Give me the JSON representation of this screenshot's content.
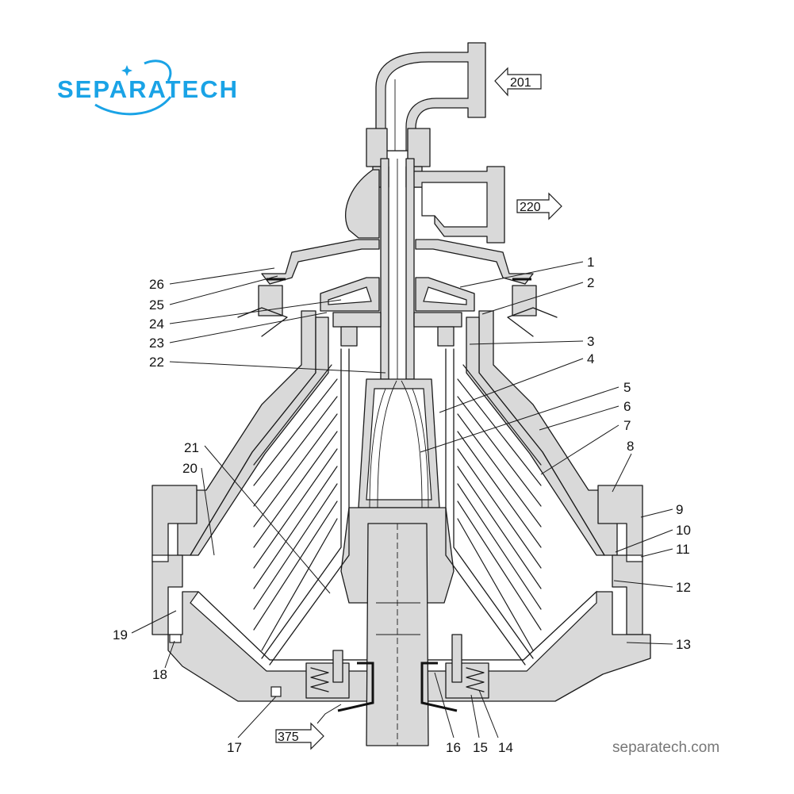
{
  "brand": {
    "name": "SEPARATECH",
    "color": "#1aa3e6"
  },
  "footer": {
    "text": "separatech.com"
  },
  "flows": {
    "inlet": "201",
    "outlet": "220",
    "drain": "375"
  },
  "callouts": [
    "1",
    "2",
    "3",
    "4",
    "5",
    "6",
    "7",
    "8",
    "9",
    "10",
    "11",
    "12",
    "13",
    "14",
    "15",
    "16",
    "17",
    "18",
    "19",
    "20",
    "21",
    "22",
    "23",
    "24",
    "25",
    "26"
  ]
}
